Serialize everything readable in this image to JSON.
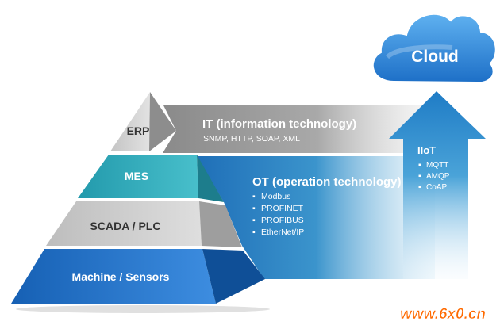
{
  "cloud": {
    "label": "Cloud"
  },
  "pyramid": {
    "levels": [
      {
        "label": "ERP"
      },
      {
        "label": "MES"
      },
      {
        "label": "SCADA / PLC"
      },
      {
        "label": "Machine / Sensors"
      }
    ]
  },
  "it_band": {
    "title": "IT (information technology)",
    "protocols": "SNMP, HTTP, SOAP, XML"
  },
  "ot_band": {
    "title": "OT (operation technology)",
    "protocols": [
      "Modbus",
      "PROFINET",
      "PROFIBUS",
      "EtherNet/IP"
    ]
  },
  "iiot": {
    "title": "IIoT",
    "protocols": [
      "MQTT",
      "AMQP",
      "CoAP"
    ]
  },
  "watermark": {
    "text": "www.6x0.cn"
  },
  "colors": {
    "erp": "#d4d4d4",
    "mes": "#33a8b8",
    "scada": "#cfcfcf",
    "machine": "#1f73c8",
    "cloud": "#2e7fd6",
    "watermark": "#ff6a00"
  }
}
